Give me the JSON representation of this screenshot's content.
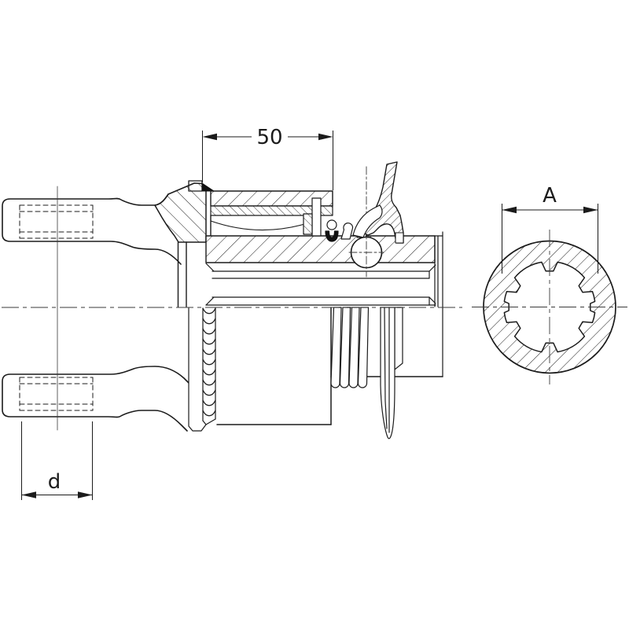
{
  "drawing": {
    "type": "technical-section-drawing",
    "dimensions": {
      "collar_length": {
        "label": "50"
      },
      "spline_bore_diameter": {
        "label": "A"
      },
      "yoke_bore_diameter": {
        "label": "d"
      }
    },
    "colors": {
      "line": "#1b1b1b",
      "centerline": "#3a3a3a",
      "background": "#ffffff",
      "seal_fill": "#111111"
    }
  }
}
